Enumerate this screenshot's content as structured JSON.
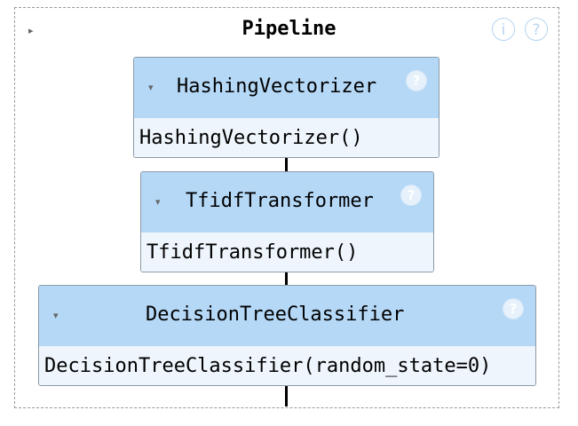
{
  "pipeline": {
    "title": "Pipeline",
    "toggle_glyph": "▸",
    "info_glyph": "i",
    "help_glyph": "?"
  },
  "steps": [
    {
      "name": "HashingVectorizer",
      "repr": "HashingVectorizer()",
      "arrow": "▾",
      "help_glyph": "?"
    },
    {
      "name": "TfidfTransformer",
      "repr": "TfidfTransformer()",
      "arrow": "▾",
      "help_glyph": "?"
    },
    {
      "name": "DecisionTreeClassifier",
      "repr": "DecisionTreeClassifier(random_state=0)",
      "arrow": "▾",
      "help_glyph": "?"
    }
  ],
  "icons": [
    "chevron-right-icon",
    "info-icon",
    "help-icon",
    "chevron-down-icon"
  ],
  "colors": {
    "header_bg": "#b5d8f7",
    "body_bg": "#eef5fc",
    "icon": "#b8d4ef",
    "connector": "#000000"
  }
}
